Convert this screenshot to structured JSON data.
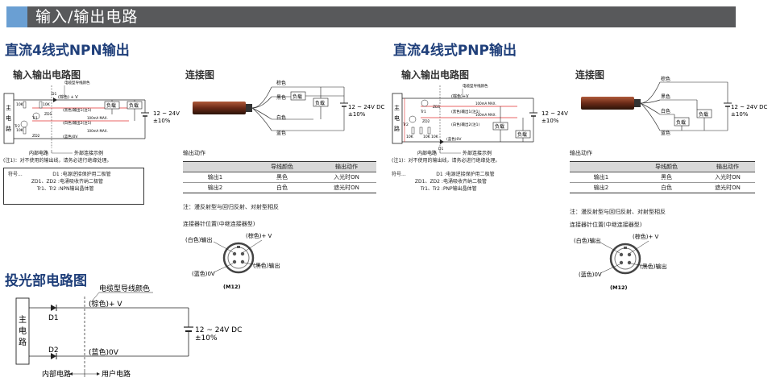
{
  "header": {
    "title": "输入/输出电路"
  },
  "npn": {
    "title": "直流4线式NPN输出",
    "circuit_title": "输入输出电路图",
    "cable_color_label": "电缆型导线颜色",
    "brown_v": "(棕色) + V",
    "black_out": "(黑色)输出1(注1)",
    "white_out": "(白色)输出2(注1)",
    "blue_0v": "(蓝色)0V",
    "load": "负载",
    "current1": "100mA MAX.",
    "current2": "100mA MAX.",
    "r_labels": [
      "10K",
      "10K",
      "10K"
    ],
    "tr1": "Tr1",
    "tr2": "Tr2",
    "zd1": "ZD1",
    "zd2": "ZD2",
    "d1": "D1",
    "main_circuit": [
      "主",
      "电",
      "路"
    ],
    "supply": "12 ~ 24V DC",
    "supply_tol": "±10%",
    "internal": "内部电路",
    "external": "外部连接示例",
    "note1": "(注1)：对不使用的输出线，请务必进行绝缘处理。",
    "legend_symbols": "符号...",
    "legend": [
      {
        "sym": "D1",
        "desc": ":电源逆接保护用二极管"
      },
      {
        "sym": "ZD1、ZD2",
        "desc": ":电涌吸收齐纳二极管"
      },
      {
        "sym": "Tr1、Tr2",
        "desc": ":NPN输出晶体管"
      }
    ]
  },
  "pnp": {
    "title": "直流4线式PNP输出",
    "circuit_title": "输入输出电路图",
    "cable_color_label": "电缆型导线颜色",
    "brown_v": "(棕色)+V",
    "black_out": "(黑色)输出1(注1)",
    "white_out": "(白色)输出2(注1)",
    "blue_0v": "(蓝色)0V",
    "load": "负载",
    "current1": "100mA MAX.",
    "current2": "100mA MAX.",
    "r_labels": [
      "10K",
      "10K",
      "10K"
    ],
    "tr1": "Tr1",
    "tr2": "Tr2",
    "zd1": "ZD1",
    "zd2": "ZD2",
    "d1": "D1",
    "main_circuit": [
      "主",
      "电",
      "路"
    ],
    "supply": "12 ~ 24V DC",
    "supply_tol": "±10%",
    "internal": "内部电路",
    "external": "外部连接示例",
    "note1": "(注1)：对不使用的输出线，请务必进行绝缘处理。",
    "legend_symbols": "符号...",
    "legend": [
      {
        "sym": "D1",
        "desc": ":电源逆接保护用二极管"
      },
      {
        "sym": "ZD1、ZD2",
        "desc": ":电涌吸收齐纳二极管"
      },
      {
        "sym": "Tr1、Tr2",
        "desc": ":PNP输出晶体管"
      }
    ]
  },
  "wiring_npn": {
    "title": "连接图",
    "wires": [
      "棕色",
      "黑色",
      "白色",
      "蓝色"
    ],
    "load": "负载",
    "supply": "12 ~ 24V DC",
    "supply_tol": "±10%"
  },
  "wiring_pnp": {
    "title": "连接图",
    "wires": [
      "棕色",
      "黑色",
      "白色",
      "蓝色"
    ],
    "load": "负载",
    "supply": "12 ~ 24V DC",
    "supply_tol": "±10%"
  },
  "output_npn": {
    "title": "输出动作",
    "headers": [
      "",
      "导线颜色",
      "输出动作"
    ],
    "rows": [
      [
        "输出1",
        "黑色",
        "入光时ON"
      ],
      [
        "输出2",
        "白色",
        "遮光时ON"
      ]
    ],
    "note": "注：漫反射型与回归反射、对射型相反"
  },
  "output_pnp": {
    "title": "输出动作",
    "headers": [
      "",
      "导线颜色",
      "输出动作"
    ],
    "rows": [
      [
        "输出1",
        "黑色",
        "入光时ON"
      ],
      [
        "输出2",
        "白色",
        "遮光时ON"
      ]
    ],
    "note": "注：漫反射型与回归反射、对射型相反"
  },
  "connector_npn": {
    "title": "连接器针位置(中继连接器型)",
    "white_out": "(白色)输出",
    "brown_v": "(棕色)+ V",
    "blue_0v": "(蓝色)0V",
    "black_out": "(黑色)输出",
    "model": "(M12)"
  },
  "connector_pnp": {
    "title": "连接器针位置(中继连接器型)",
    "white_out": "(白色)输出",
    "brown_v": "(棕色)+ V",
    "blue_0v": "(蓝色)0V",
    "black_out": "(黑色)输出",
    "model": "(M12)"
  },
  "emitter": {
    "title": "投光部电路图",
    "cable_color_label": "电缆型导线颜色",
    "brown_v": "(棕色)+ V",
    "blue_0v": "(蓝色)0V",
    "d1": "D1",
    "d2": "D2",
    "main_circuit": [
      "主",
      "电",
      "路"
    ],
    "supply": "12 ~ 24V DC",
    "supply_tol": "±10%",
    "internal": "内部电路",
    "user": "用户电路"
  },
  "colors": {
    "banner": "#58595b",
    "accent": "#6a9fd3",
    "heading": "#1f3f7a",
    "red_wire": "#e03030"
  }
}
